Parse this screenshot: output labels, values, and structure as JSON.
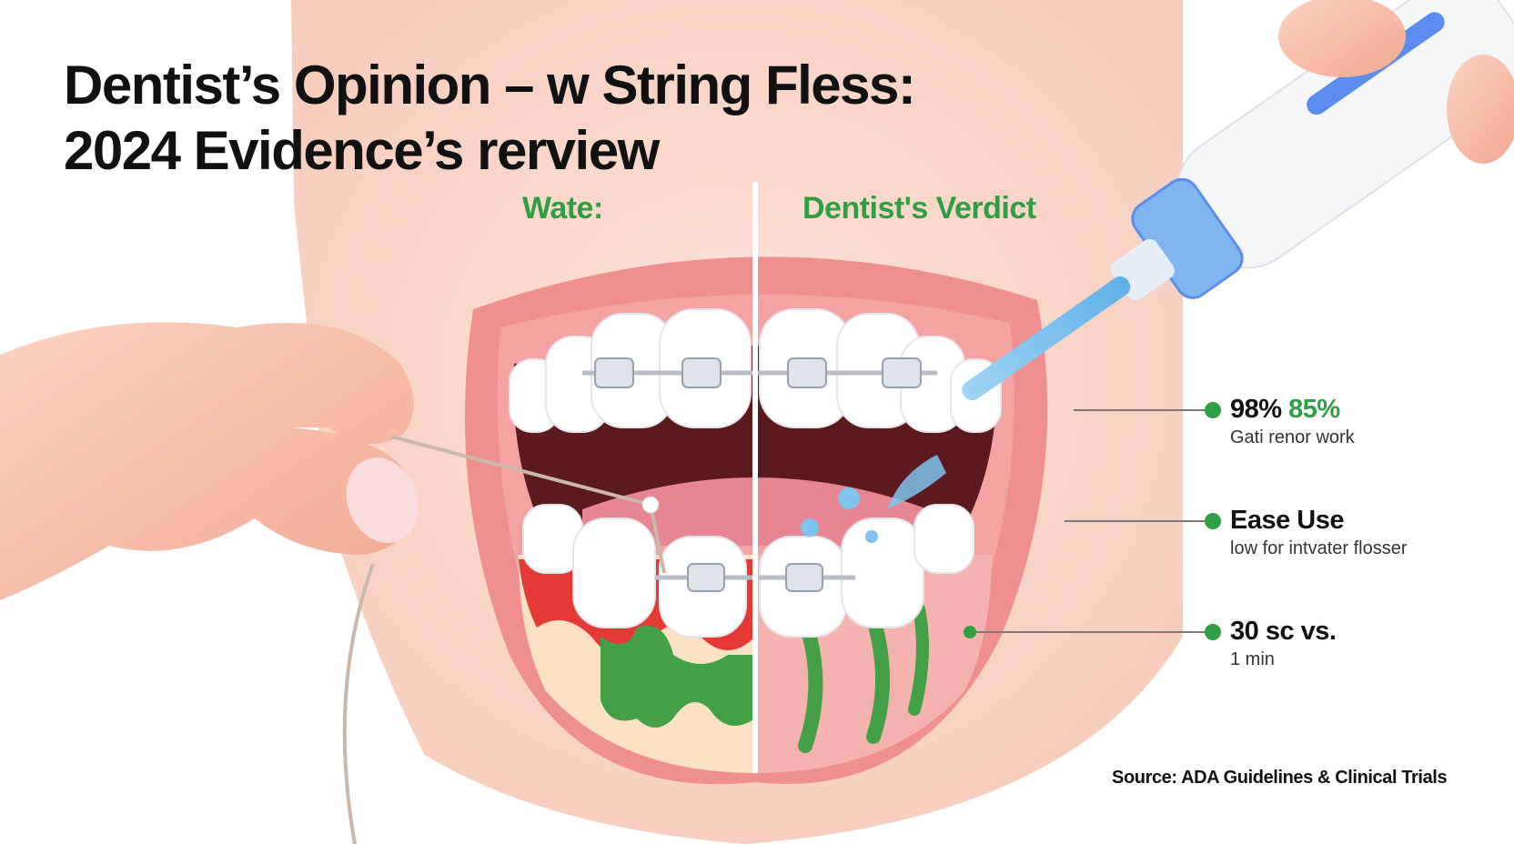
{
  "title": {
    "line1": "Dentist’s Opinion – w String Fless:",
    "line2": "2024 Evidence’s rerview"
  },
  "columns": {
    "left_label": "Wate:",
    "right_label": "Dentist's Verdict"
  },
  "stats": [
    {
      "main": "98%",
      "main_accent": "85%",
      "sub": "Gati renor work"
    },
    {
      "main": "Ease Use",
      "main_accent": "",
      "sub": "low for intvater flosser"
    },
    {
      "main": "30 sc vs.",
      "main_accent": "",
      "sub": "1 min"
    }
  ],
  "source": "Source: ADA Guidelines & Clinical Trials",
  "colors": {
    "title": "#111111",
    "accent_green": "#2f9e44",
    "skin": "#f9d5c8",
    "gum": "#e98a8a",
    "mouth_interior": "#5a1a1e",
    "plaque_red": "#e53935",
    "plaque_green": "#43a047",
    "flosser_blue": "#5b8def"
  }
}
